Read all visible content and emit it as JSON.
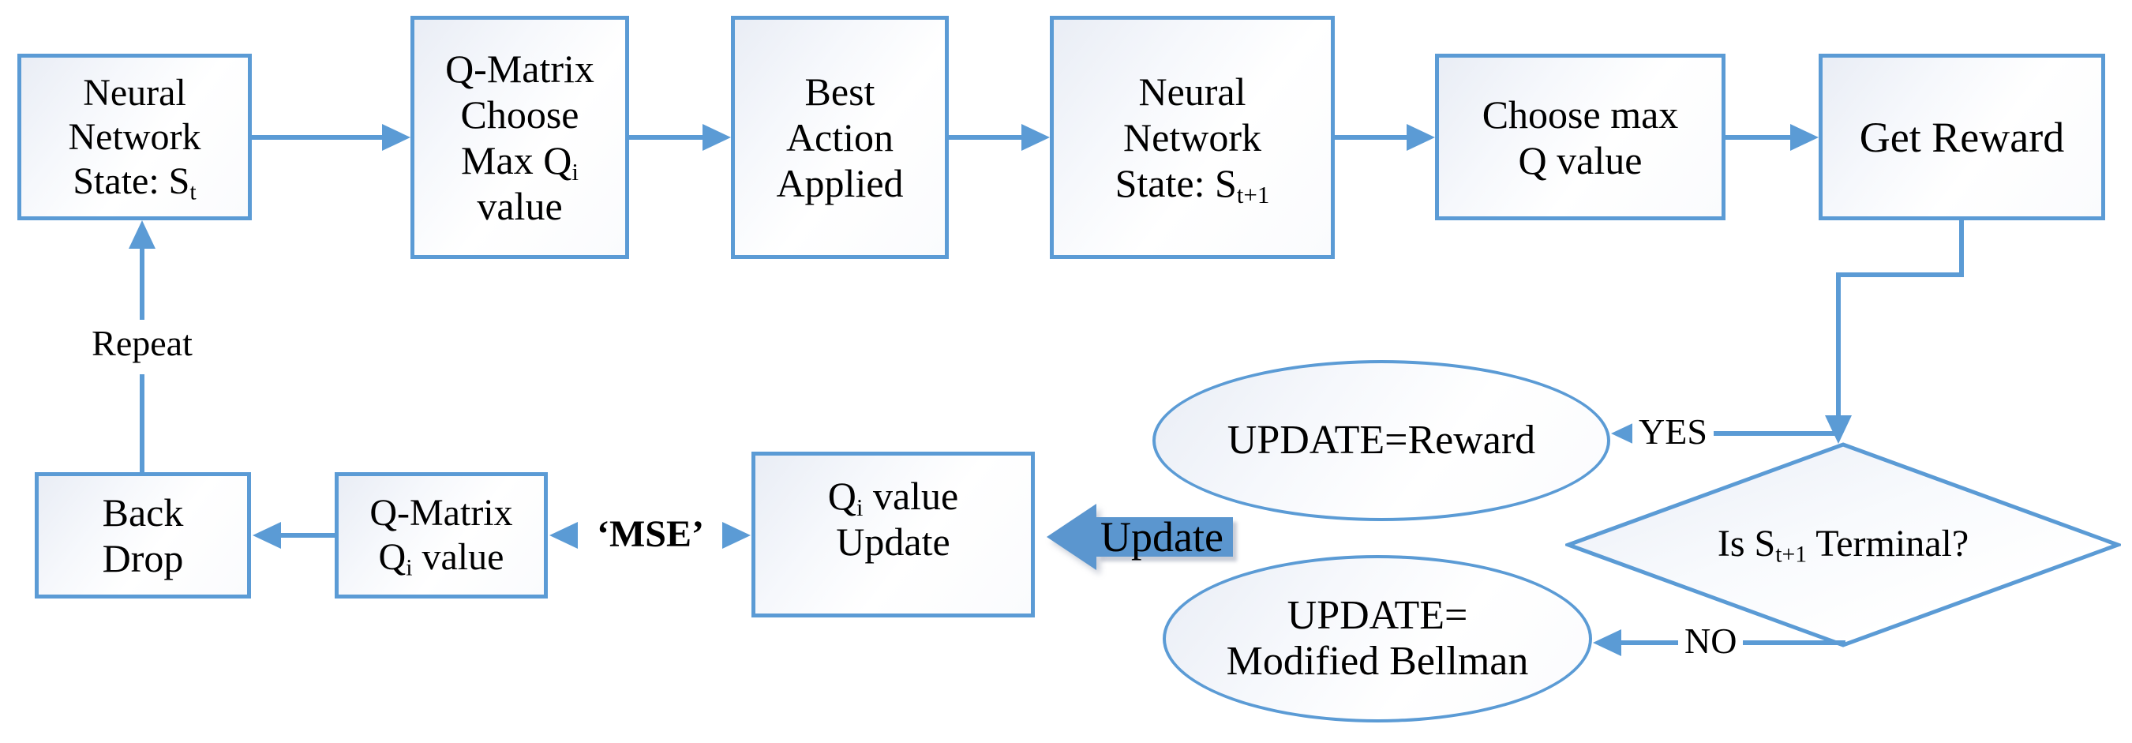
{
  "colors": {
    "accent_blue": "#5B9BD5",
    "fat_arrow_fill": "#5B96CF",
    "node_fill_tint": "#E9EDF5",
    "text": "#000000"
  },
  "nodes": {
    "neural_state_t": {
      "lines": [
        {
          "pre": "Neural"
        },
        {
          "pre": "Network"
        },
        {
          "pre": "State: S",
          "sub": "t"
        }
      ]
    },
    "q_matrix_choose": {
      "lines": [
        {
          "pre": "Q-Matrix"
        },
        {
          "pre": "Choose"
        },
        {
          "pre": "Max Q",
          "sub": "i"
        },
        {
          "pre": "value"
        }
      ]
    },
    "best_action": {
      "lines": [
        {
          "pre": "Best"
        },
        {
          "pre": "Action"
        },
        {
          "pre": "Applied"
        }
      ]
    },
    "neural_state_t1": {
      "lines": [
        {
          "pre": "Neural"
        },
        {
          "pre": "Network"
        },
        {
          "pre": "State: S",
          "sub": "t+1"
        }
      ]
    },
    "choose_max_q": {
      "lines": [
        {
          "pre": "Choose max"
        },
        {
          "pre": "Q value"
        }
      ]
    },
    "get_reward": {
      "lines": [
        {
          "pre": "Get Reward"
        }
      ]
    },
    "back_drop": {
      "lines": [
        {
          "pre": "Back"
        },
        {
          "pre": "Drop"
        }
      ]
    },
    "q_matrix_qi": {
      "lines": [
        {
          "pre": "Q-Matrix"
        },
        {
          "pre": "Q",
          "sub": "i",
          "post": " value"
        }
      ]
    },
    "qi_value_update": {
      "lines": [
        {
          "pre": "Q",
          "sub": "i",
          "post": " value"
        },
        {
          "pre": "Update"
        }
      ]
    },
    "update_reward_ellipse": {
      "lines": [
        {
          "pre": "UPDATE=Reward"
        }
      ]
    },
    "update_bellman_ellipse": {
      "lines": [
        {
          "pre": "UPDATE="
        },
        {
          "pre": "Modified Bellman"
        }
      ]
    },
    "terminal_decision": {
      "lines": [
        {
          "pre": "Is S",
          "sub": "t+1",
          "post": " Terminal?"
        }
      ]
    }
  },
  "edge_labels": {
    "repeat": "Repeat",
    "yes": "YES",
    "no": "NO",
    "mse": "‘MSE’",
    "update": "Update"
  }
}
